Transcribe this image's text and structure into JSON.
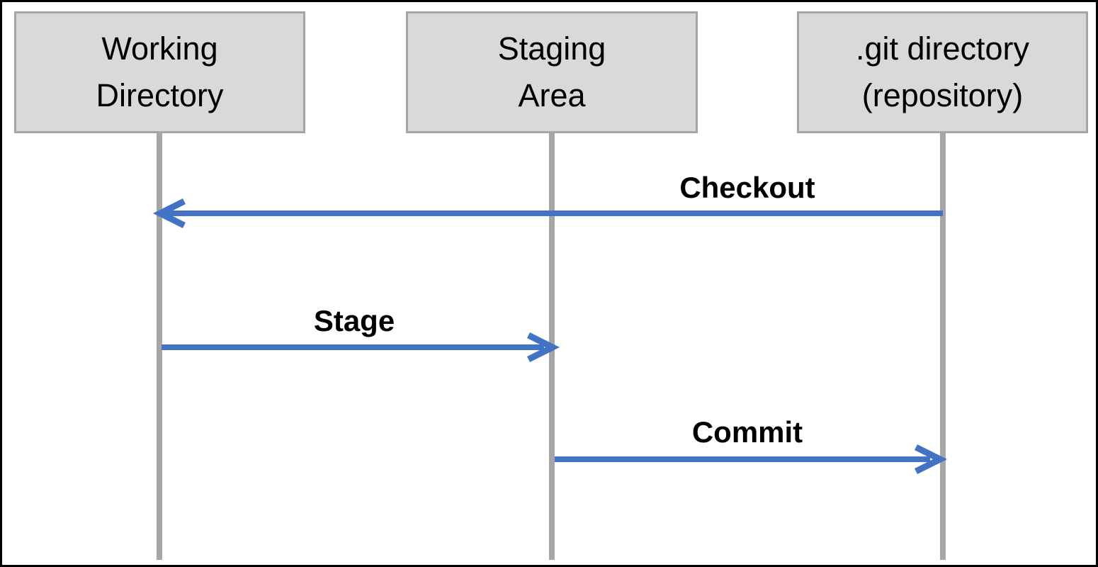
{
  "diagram": {
    "type": "sequence-diagram",
    "subject": "Git areas and operations",
    "actors": [
      {
        "label": "Working Directory",
        "lines": [
          "Working",
          "Directory"
        ]
      },
      {
        "label": "Staging Area",
        "lines": [
          "Staging",
          "Area"
        ]
      },
      {
        "label": ".git directory (repository)",
        "lines": [
          ".git directory",
          "(repository)"
        ]
      }
    ],
    "messages": [
      {
        "label": "Checkout",
        "from": ".git directory (repository)",
        "to": "Working Directory",
        "direction": "left"
      },
      {
        "label": "Stage",
        "from": "Working Directory",
        "to": "Staging Area",
        "direction": "right"
      },
      {
        "label": "Commit",
        "from": "Staging Area",
        "to": ".git directory (repository)",
        "direction": "right"
      }
    ],
    "colors": {
      "arrow": "#4472C4",
      "box_fill": "#D9D9D9",
      "box_border": "#A6A6A6",
      "lifeline": "#A6A6A6",
      "text": "#000000",
      "canvas_border": "#000000",
      "background": "#FFFFFF"
    }
  }
}
